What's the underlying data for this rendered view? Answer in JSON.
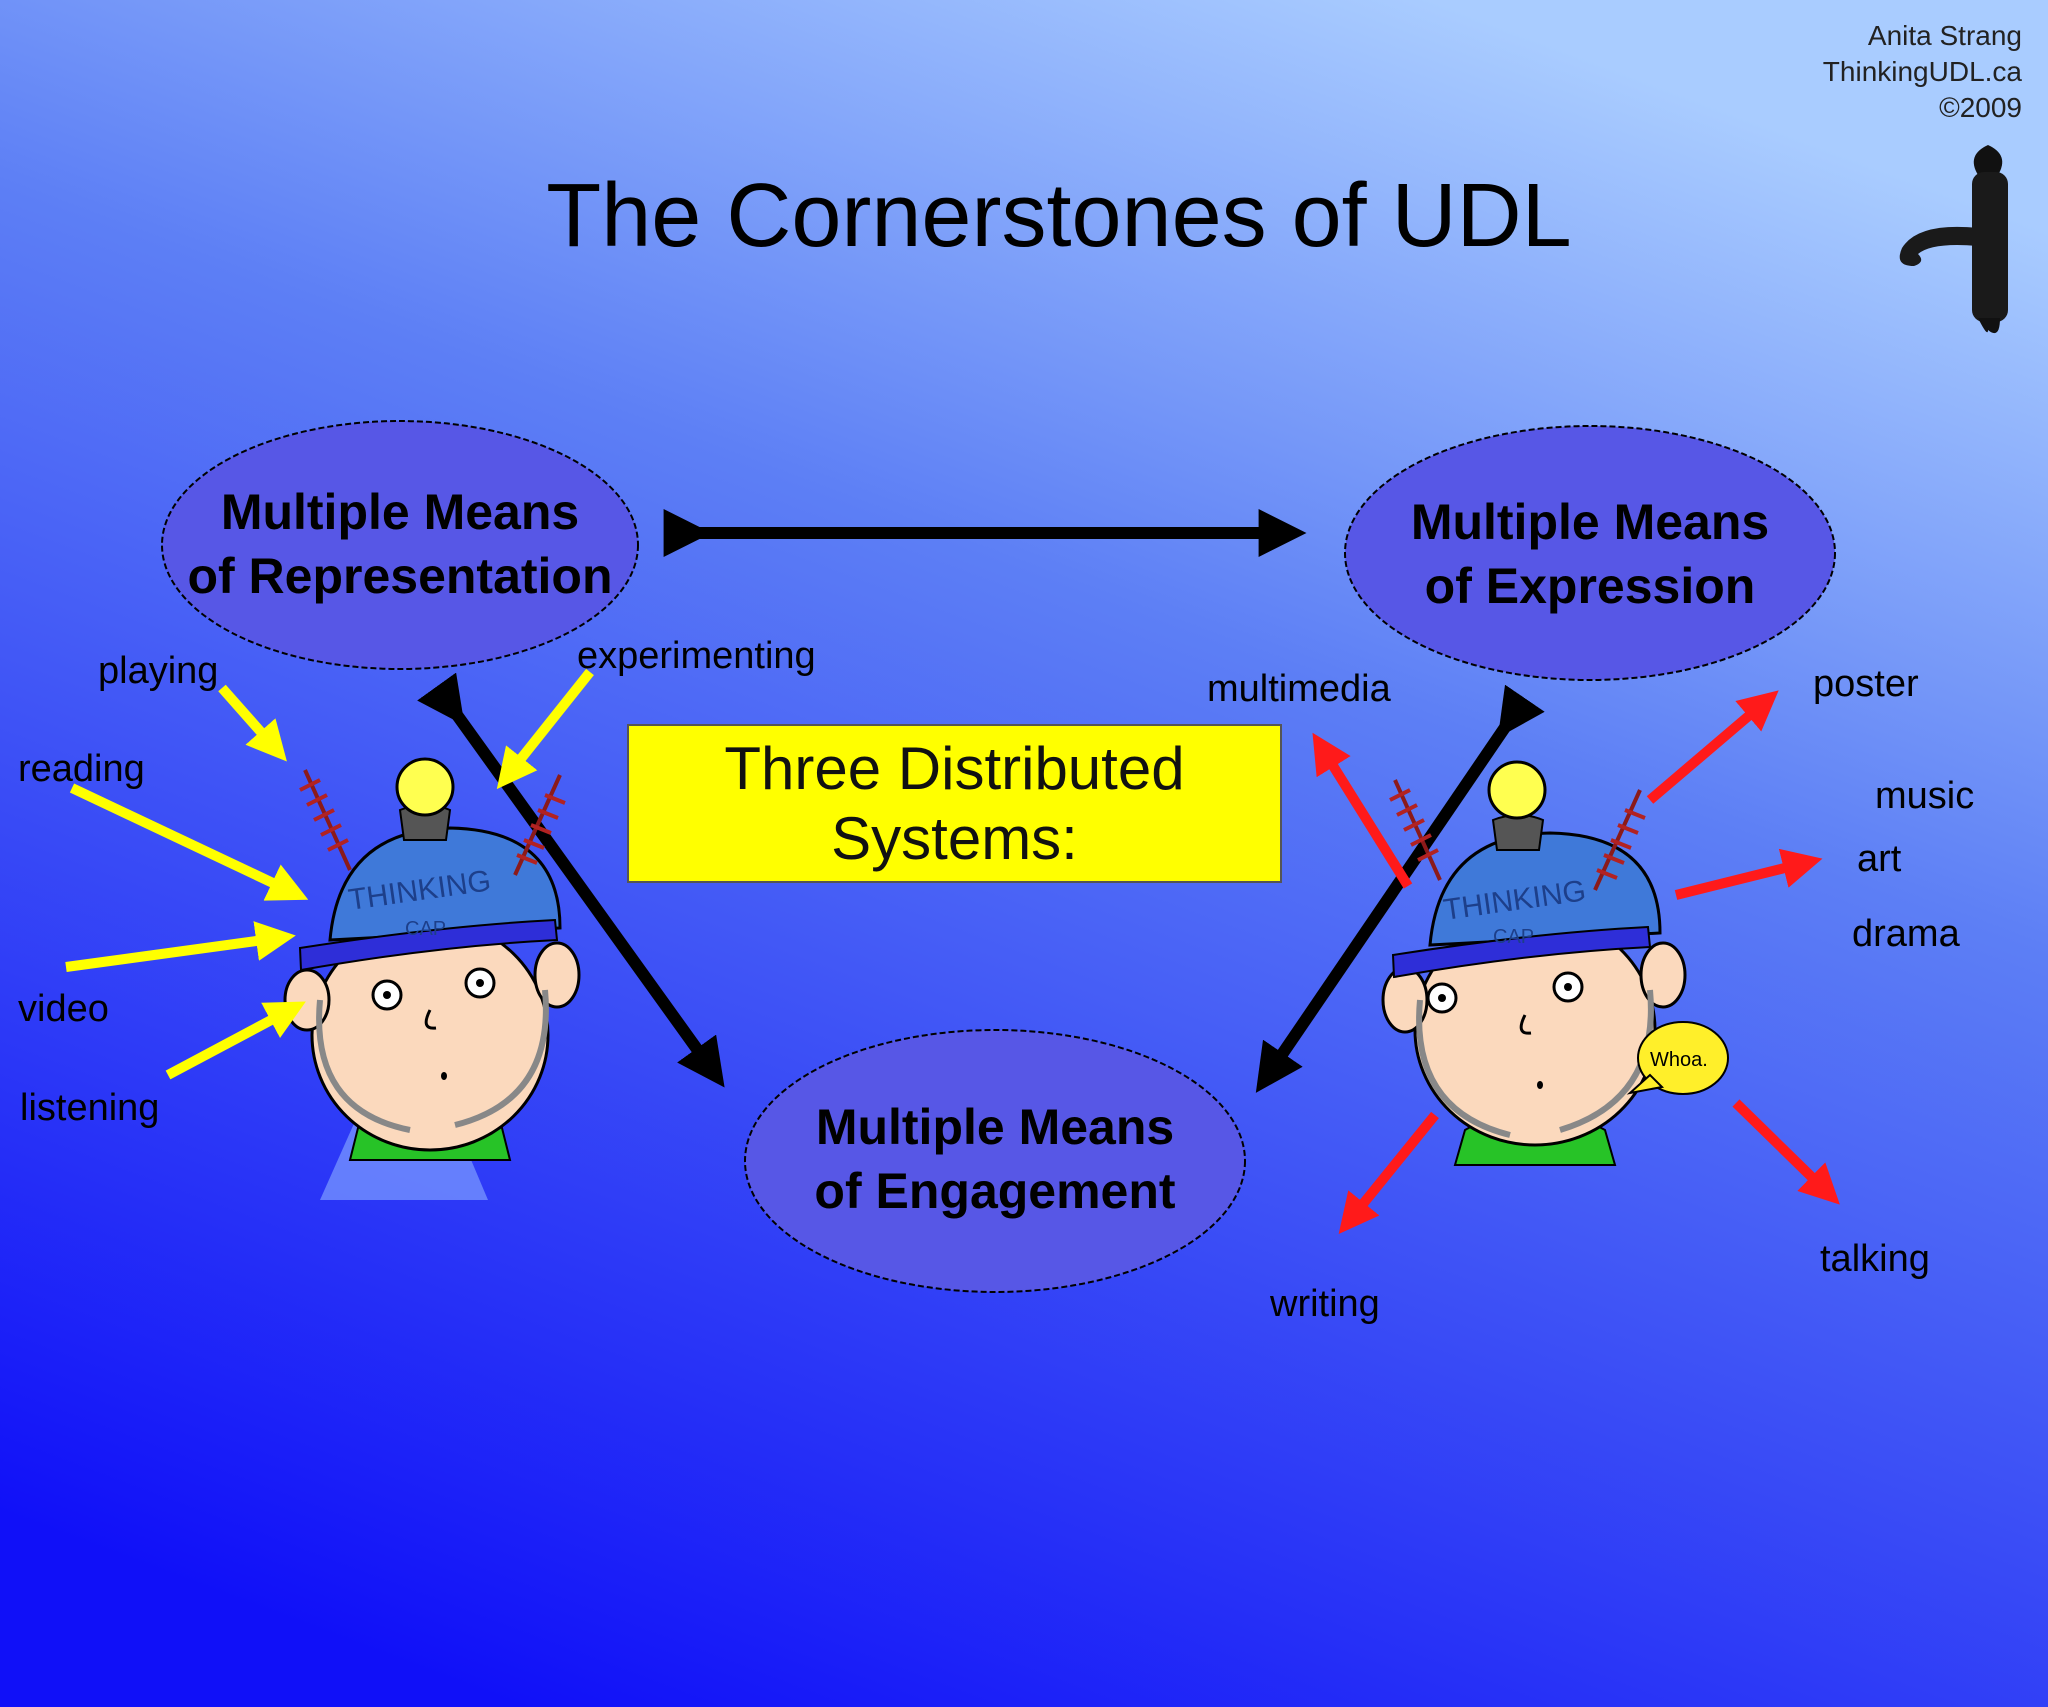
{
  "credit": {
    "line1": "Anita Strang",
    "line2": "ThinkingUDL.ca",
    "line3": "©2009"
  },
  "title": "The Cornerstones of UDL",
  "ovals": {
    "representation": {
      "line1": "Multiple Means",
      "line2": "of Representation"
    },
    "expression": {
      "line1": "Multiple Means",
      "line2": "of Expression"
    },
    "engagement": {
      "line1": "Multiple Means",
      "line2": "of Engagement"
    }
  },
  "center_box": {
    "line1": "Three Distributed",
    "line2": "Systems:"
  },
  "left_words": [
    "playing",
    "experimenting",
    "reading",
    "video",
    "listening"
  ],
  "right_words": [
    "multimedia",
    "poster",
    "music",
    "art",
    "drama",
    "writing",
    "talking"
  ],
  "cap_text": {
    "line1": "THINKING",
    "line2": "CAP"
  },
  "speech_bubble": "Whoa.",
  "colors": {
    "bg_top": "#8fb8ff",
    "bg_bottom": "#1a1aff",
    "oval_fill": "#5757e6",
    "input_arrow": "#ffff00",
    "output_arrow": "#ff1a1a",
    "cap": "#3f79d9",
    "box": "#ffff00"
  }
}
